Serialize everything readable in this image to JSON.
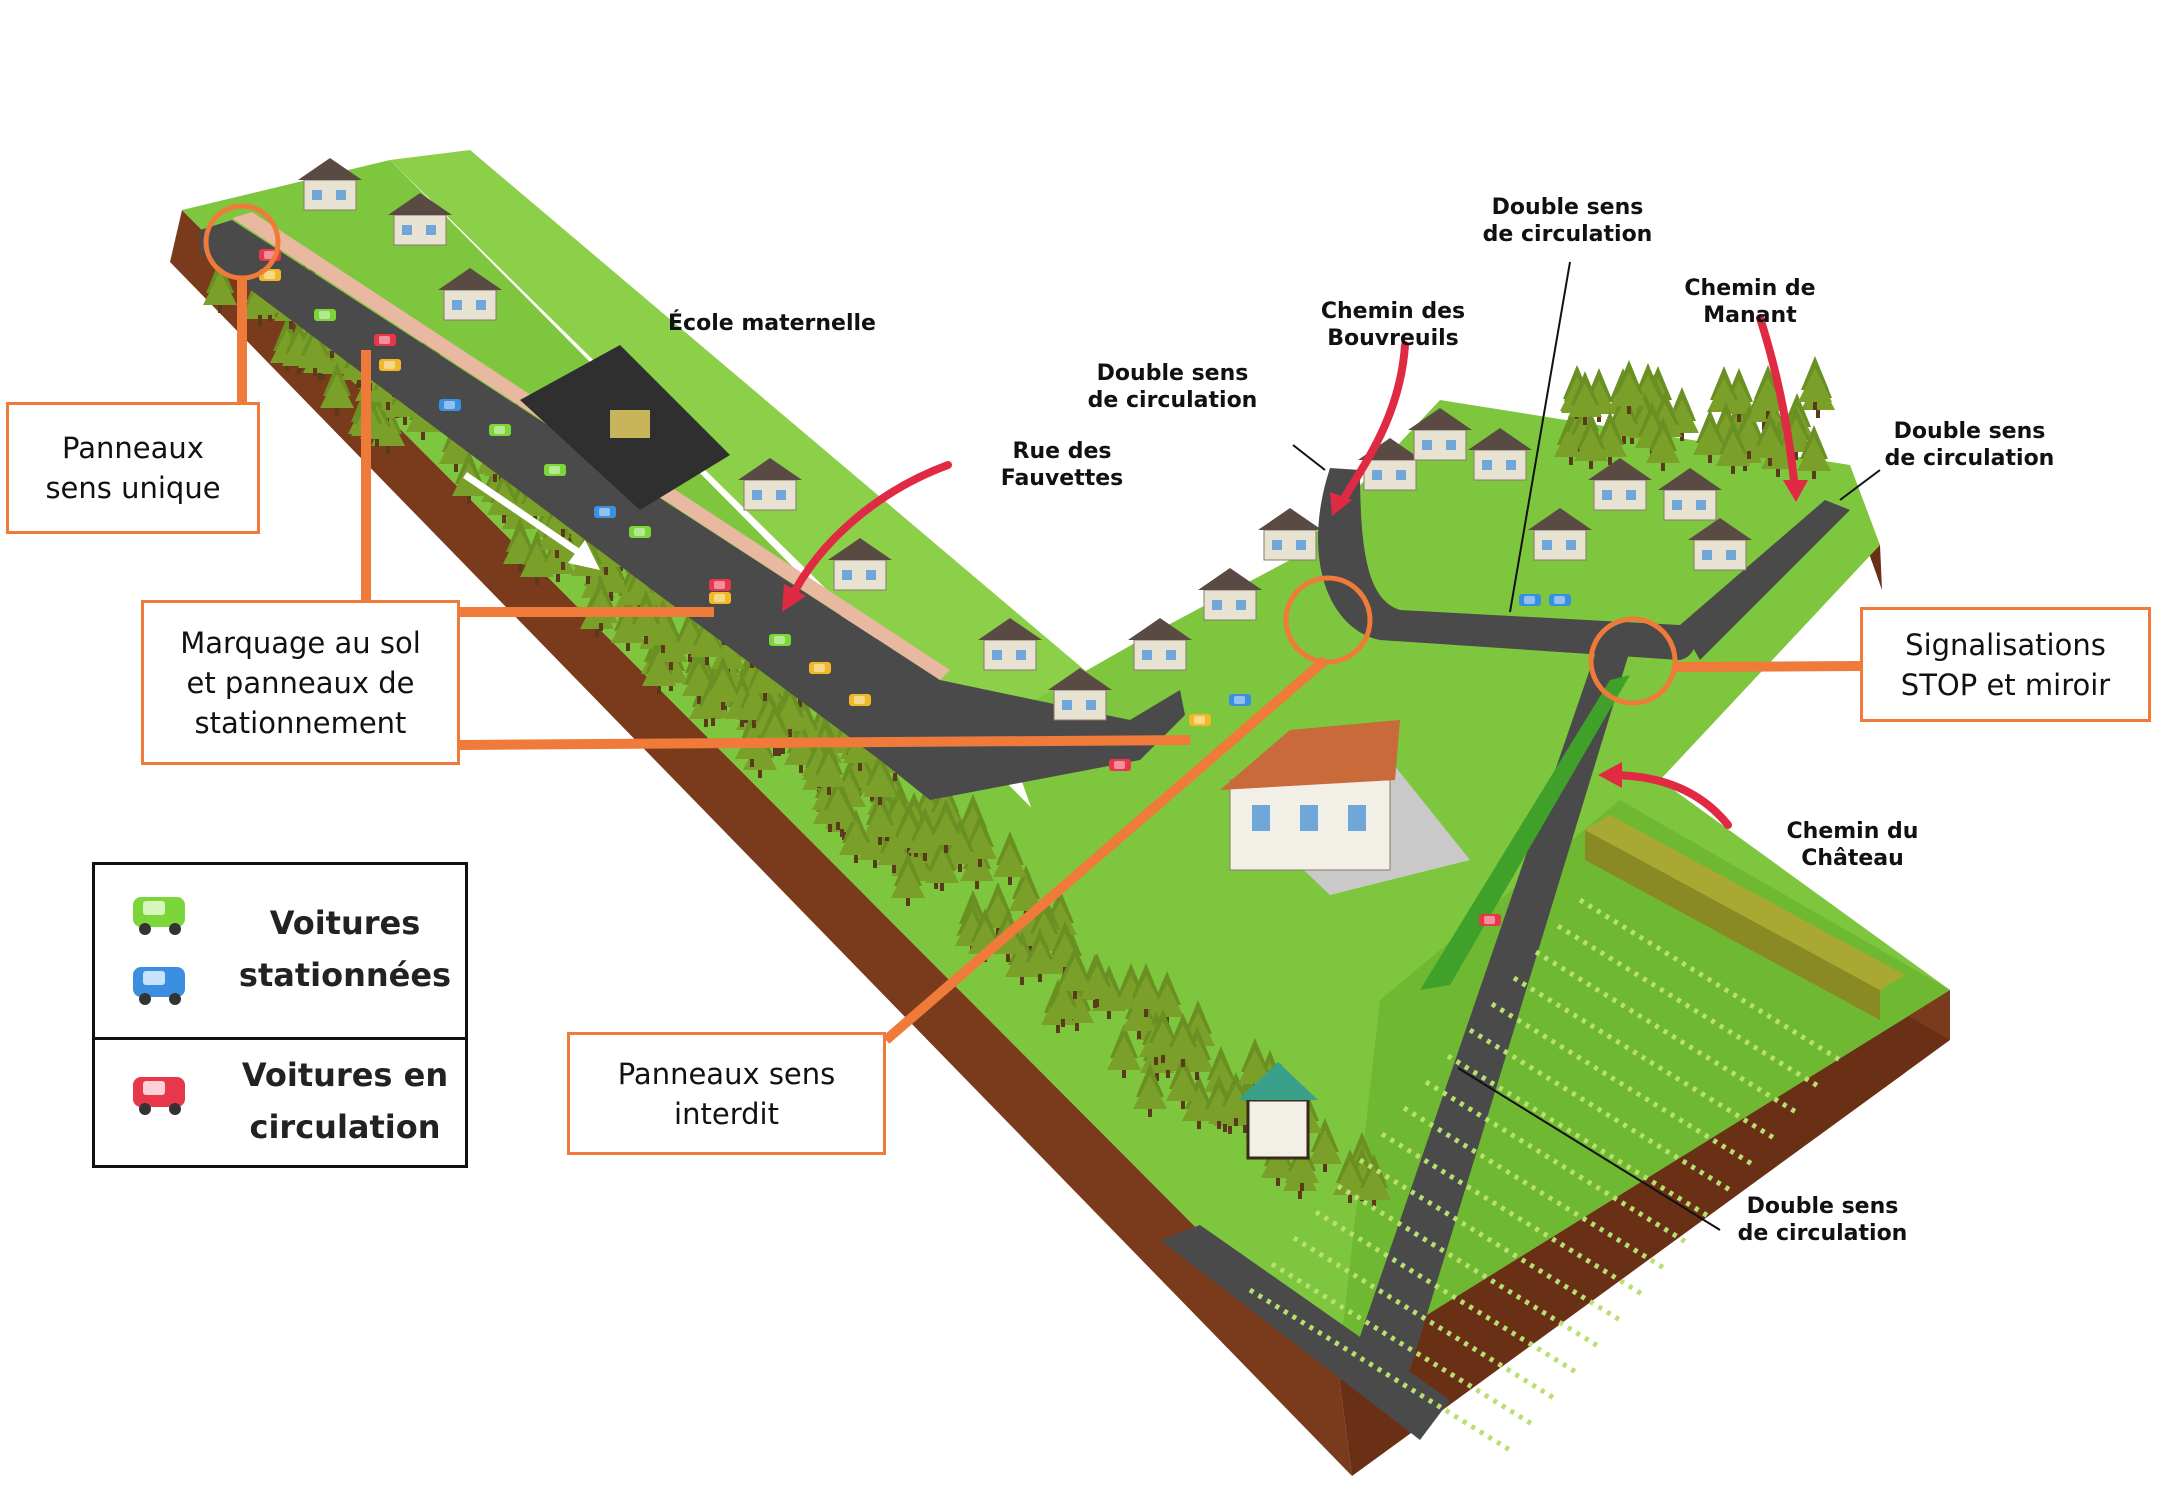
{
  "callouts": {
    "panneaux_sens_unique": "Panneaux\nsens unique",
    "marquage": "Marquage au sol\net panneaux de\nstationnement",
    "signalisations": "Signalisations\nSTOP et miroir",
    "sens_interdit": "Panneaux sens\ninterdit"
  },
  "labels": {
    "ecole": "École maternelle",
    "rue_fauvettes": "Rue des Fauvettes",
    "chemin_bouvreuils": "Chemin des Bouvreuils",
    "double_sens_1": "Double sens\nde circulation",
    "double_sens_2": "Double sens\nde circulation",
    "chemin_manant": "Chemin de Manant",
    "double_sens_3": "Double sens\nde circulation",
    "chemin_chateau": "Chemin du Château",
    "double_sens_4": "Double sens\nde circulation"
  },
  "legend": {
    "parked": "Voitures\nstationnées",
    "moving": "Voitures en\ncirculation",
    "colors": {
      "parked_green": "#7bd63a",
      "parked_blue": "#3a8fe0",
      "moving_red": "#e8364a"
    }
  },
  "colors": {
    "callout": "#f07a3a",
    "grass": "#7ec63e",
    "road": "#4a4a4a",
    "arrow_red": "#e02a44",
    "soil": "#7a3b1c"
  }
}
